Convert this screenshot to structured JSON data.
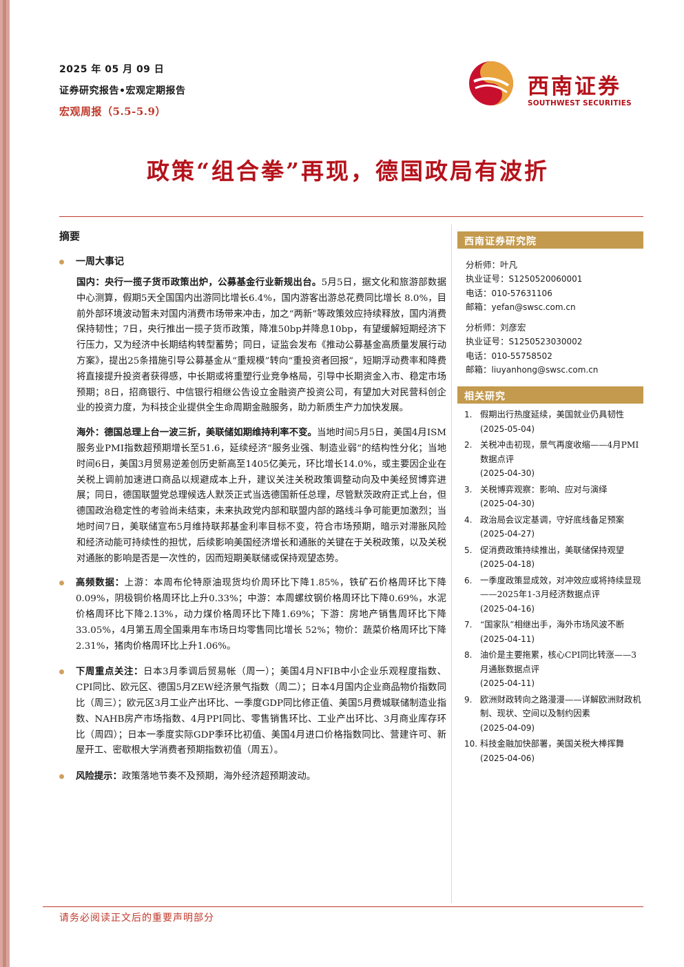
{
  "header": {
    "date": "2025 年 05 月 09 日",
    "report_type": "证券研究报告•宏观定期报告",
    "weekly": "宏观周报（5.5-5.9）"
  },
  "logo": {
    "name_cn": "西南证券",
    "name_en": "SOUTHWEST SECURITIES"
  },
  "title": "政策“组合拳”再现，德国政局有波折",
  "summary": {
    "heading": "摘要",
    "week_events_label": "一周大事记",
    "domestic_lead": "国内：央行一揽子货币政策出炉，公募基金行业新规出台。",
    "domestic_text": "5月5日，据文化和旅游部数据中心测算，假期5天全国国内出游同比增长6.4%，国内游客出游总花费同比增长 8.0%，目前外部环境波动暂未对国内消费市场带来冲击，加之“两新”等政策效应持续释放，国内消费保持韧性；7日，央行推出一揽子货币政策，降准50bp并降息10bp，有望缓解短期经济下行压力，又为经济中长期结构转型蓄势；同日，证监会发布《推动公募基金高质量发展行动方案》，提出25条措施引导公募基金从“重规模”转向“重投资者回报”，短期浮动费率和降费将直接提升投资者获得感，中长期或将重塑行业竞争格局，引导中长期资金入市、稳定市场预期；8日，招商银行、中信银行相继公告设立金融资产投资公司，有望加大对民营科创企业的投资力度，为科技企业提供全生命周期金融服务，助力新质生产力加快发展。",
    "overseas_lead": "海外：德国总理上台一波三折，美联储如期维持利率不变。",
    "overseas_text": "当地时间5月5日，美国4月ISM服务业PMI指数超预期增长至51.6，延续经济“服务业强、制造业弱”的结构性分化；当地时间6日，美国3月贸易逆差创历史新高至1405亿美元，环比增长14.0%，或主要因企业在关税上调前加速进口商品以规避成本上升，建议关注关税政策调整动向及中美经贸博弈进展；同日，德国联盟党总理候选人默茨正式当选德国新任总理，尽管默茨政府正式上台，但德国政治稳定性的考验尚未结束，未来执政党内部和联盟内部的路线斗争可能更加激烈；当地时间7日，美联储宣布5月维持联邦基金利率目标不变，符合市场预期，暗示对滞胀风险和经济动能可持续性的担忧，后续影响美国经济增长和通胀的关键在于关税政策，以及关税对通胀的影响是否是一次性的，因而短期美联储或保持观望态势。",
    "hf_lead": "高频数据：",
    "hf_text": "上游：本周布伦特原油现货均价周环比下降1.85%，铁矿石价格周环比下降0.09%，阴极铜价格周环比上升0.33%；中游：本周螺纹钢价格周环比下降0.69%，水泥价格周环比下降2.13%，动力煤价格周环比下降1.69%；下游：房地产销售周环比下降33.05%，4月第五周全国乘用车市场日均零售同比增长 52%；物价：蔬菜价格周环比下降2.31%，猪肉价格周环比上升1.06%。",
    "next_lead": "下周重点关注：",
    "next_text": "日本3月季调后贸易帐（周一）；美国4月NFIB中小企业乐观程度指数、CPI同比、欧元区、德国5月ZEW经济景气指数（周二）；日本4月国内企业商品物价指数同比（周三）；欧元区3月工业产出环比、一季度GDP同比修正值、美国5月费城联储制造业指数、NAHB房产市场指数、4月PPI同比、零售销售环比、工业产出环比、3月商业库存环比（周四）；日本一季度实际GDP季环比初值、美国4月进口价格指数同比、营建许可、新屋开工、密歇根大学消费者预期指数初值（周五）。",
    "risk_lead": "风险提示：",
    "risk_text": "政策落地节奏不及预期，海外经济超预期波动。"
  },
  "institute": {
    "heading": "西南证券研究院",
    "analysts": [
      {
        "name_label": "分析师：",
        "name": "叶凡",
        "cert_label": "执业证号：",
        "cert": "S1250520060001",
        "tel_label": "电话：",
        "tel": "010-57631106",
        "email_label": "邮箱：",
        "email": "yefan@swsc.com.cn"
      },
      {
        "name_label": "分析师：",
        "name": "刘彦宏",
        "cert_label": "执业证号：",
        "cert": "S1250523030002",
        "tel_label": "电话：",
        "tel": "010-55758502",
        "email_label": "邮箱：",
        "email": "liuyanhong@swsc.com.cn"
      }
    ]
  },
  "related": {
    "heading": "相关研究",
    "items": [
      {
        "num": "1.",
        "title": "假期出行热度延续，美国就业仍具韧性",
        "date": "(2025-05-04)"
      },
      {
        "num": "2.",
        "title": "关税冲击初现，景气再度收缩——4月PMI数据点评",
        "date": "(2025-04-30)"
      },
      {
        "num": "3.",
        "title": "关税博弈观察：影响、应对与演绎",
        "date": "(2025-04-30)"
      },
      {
        "num": "4.",
        "title": "政治局会议定基调，守好底线备足预案",
        "date": "(2025-04-27)"
      },
      {
        "num": "5.",
        "title": "促消费政策持续推出，美联储保持观望",
        "date": "(2025-04-18)"
      },
      {
        "num": "6.",
        "title": "一季度政策显成效，对冲效应或将持续显现——2025年1-3月经济数据点评",
        "date": "(2025-04-16)"
      },
      {
        "num": "7.",
        "title": "“国家队”相继出手，海外市场风波不断",
        "date": "(2025-04-11)"
      },
      {
        "num": "8.",
        "title": "油价是主要拖累，核心CPI同比转涨——3月通胀数据点评",
        "date": "(2025-04-11)"
      },
      {
        "num": "9.",
        "title": "欧洲财政转向之路漫漫——详解欧洲财政机制、现状、空间以及制约因素",
        "date": "(2025-04-09)"
      },
      {
        "num": "10.",
        "title": "科技金融加快部署，美国关税大棒挥舞",
        "date": "(2025-04-06)"
      }
    ]
  },
  "footer": "请务必阅读正文后的重要声明部分",
  "colors": {
    "brand_red": "#b5121b",
    "gold": "#c49a4e",
    "bullet": "#d0a060"
  }
}
